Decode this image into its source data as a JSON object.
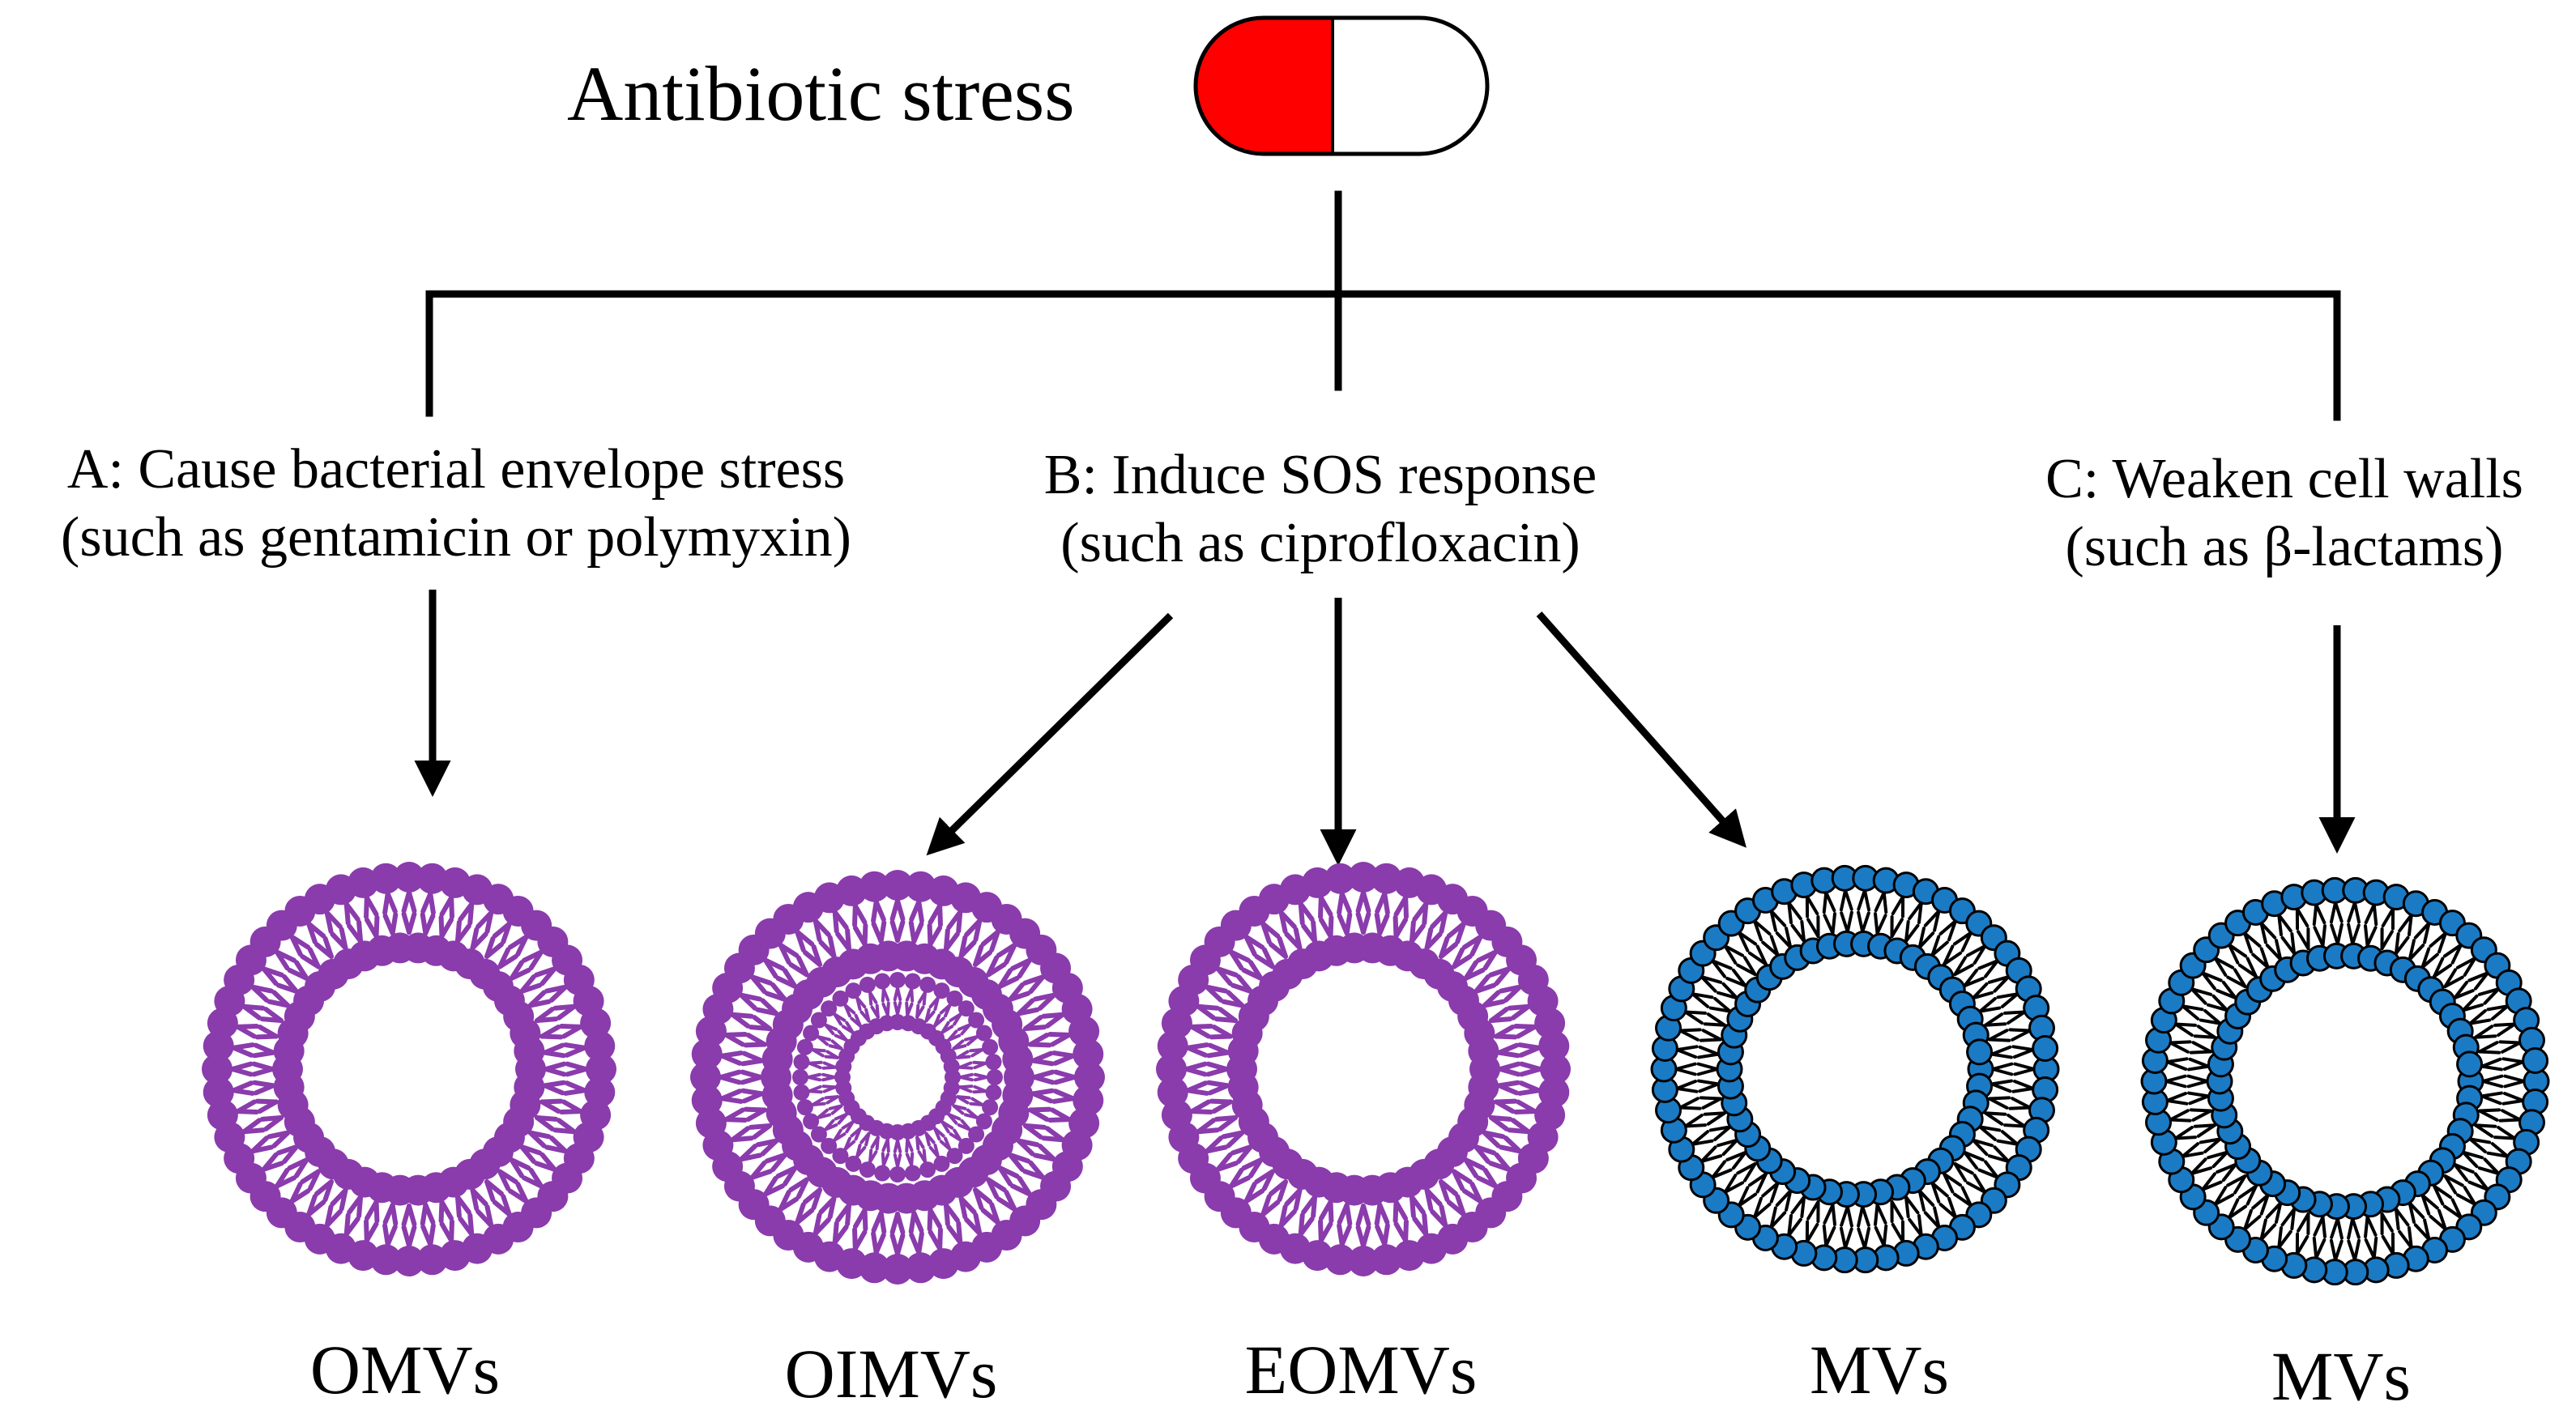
{
  "title": "Antibiotic stress",
  "branches": [
    {
      "id": "a",
      "line1": "A: Cause bacterial envelope stress",
      "line2": "(such as gentamicin or polymyxin)"
    },
    {
      "id": "b",
      "line1": "B: Induce SOS response",
      "line2": "(such as ciprofloxacin)"
    },
    {
      "id": "c",
      "line1": "C: Weaken cell walls",
      "line2": "(such as β-lactams)"
    }
  ],
  "vesicles": [
    {
      "label": "OMVs"
    },
    {
      "label": "OIMVs"
    },
    {
      "label": "EOMVs"
    },
    {
      "label": "MVs"
    },
    {
      "label": "MVs"
    }
  ],
  "colors": {
    "pill_fill": "#ff0000",
    "outer_membrane": "#8a3bac",
    "inner_membrane_head": "#1b7ac4",
    "line": "#000000"
  }
}
